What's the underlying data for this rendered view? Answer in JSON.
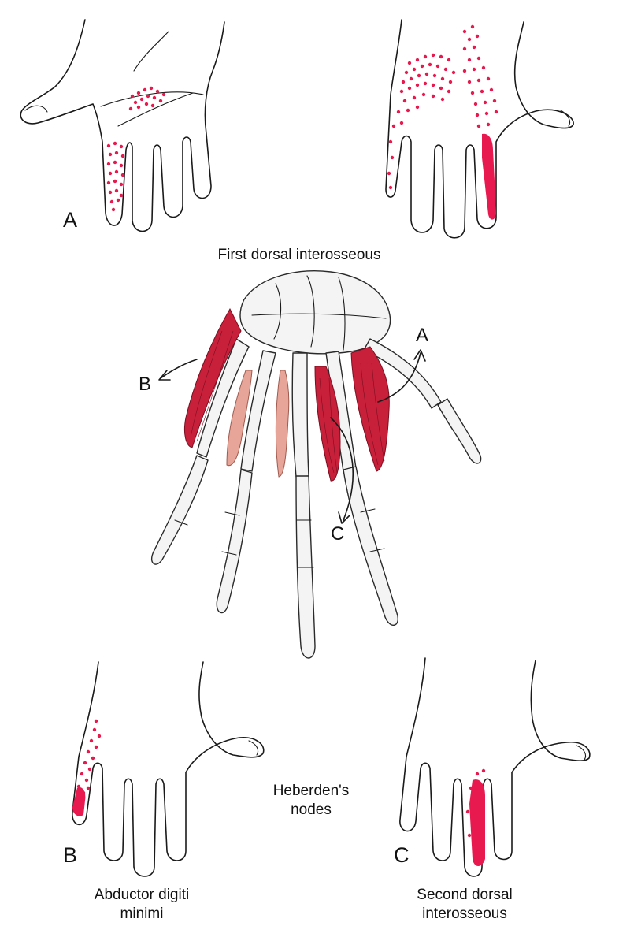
{
  "labels": {
    "panel_a_letter": "A",
    "panel_b_letter": "B",
    "panel_c_letter": "C",
    "center_arrow_a": "A",
    "center_arrow_b": "B",
    "center_arrow_c": "C"
  },
  "captions": {
    "first_dorsal": "First dorsal interosseous",
    "heberden_line1": "Heberden's",
    "heberden_line2": "nodes",
    "abductor_line1": "Abductor digiti",
    "abductor_line2": "minimi",
    "second_dorsal_line1": "Second dorsal",
    "second_dorsal_line2": "interosseous"
  },
  "colors": {
    "referred_pain": "#e8194f",
    "muscle_red": "#c8203a",
    "muscle_pink": "#e6a598",
    "bone_fill": "#f4f4f4",
    "outline": "#1a1a1a"
  }
}
